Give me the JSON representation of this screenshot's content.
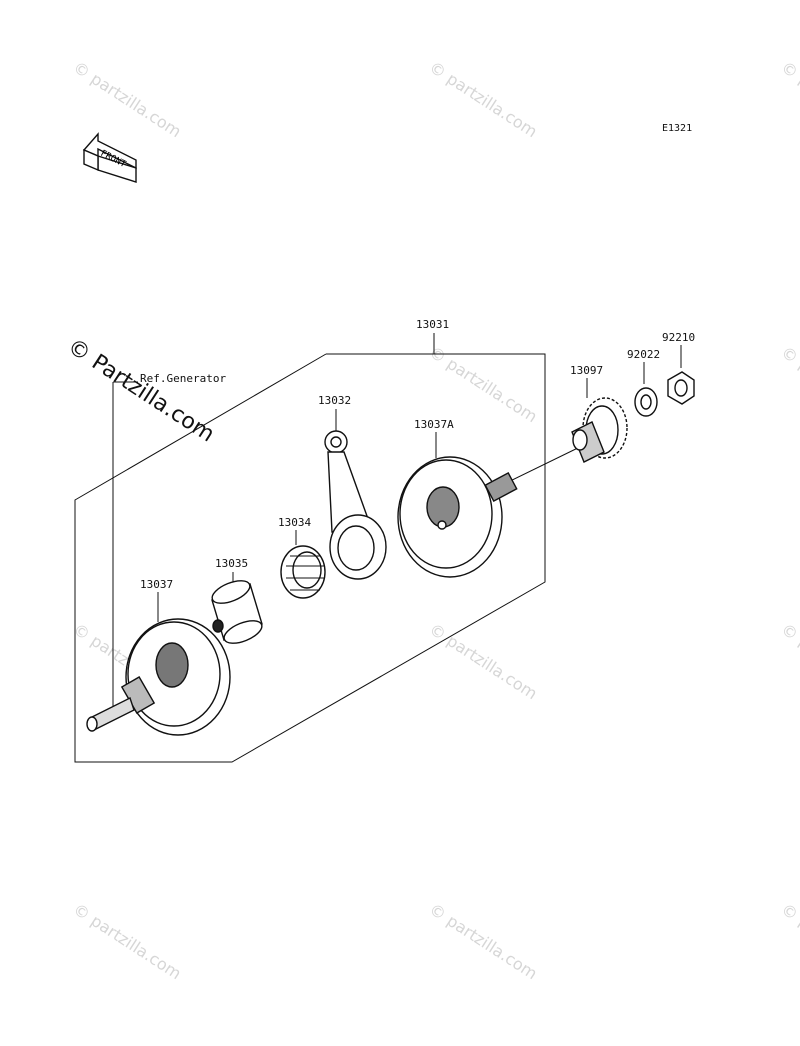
{
  "diagram": {
    "code": "E1321",
    "front_arrow_label": "FRONT",
    "ref_label": "Ref.Generator",
    "parts": {
      "crankshaft_assy": "13031",
      "connecting_rod": "13032",
      "needle_bearing": "13034",
      "crank_pin": "13035",
      "crankshaft_left": "13037",
      "crankshaft_right": "13037A",
      "gear": "13097",
      "washer": "92022",
      "nut": "92210"
    }
  },
  "watermark": {
    "text": "© partzilla.com",
    "overlay_text": "© Partzilla.com",
    "color": "#d6d6d6"
  }
}
